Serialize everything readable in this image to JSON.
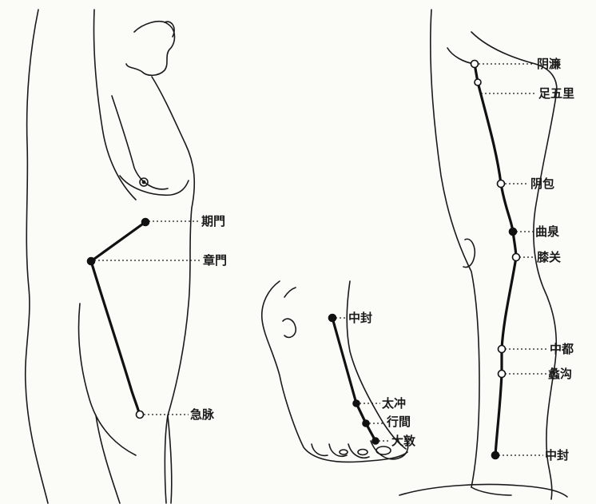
{
  "torso_points": {
    "qimen": "期門",
    "zhangmen": "章門",
    "jimai": "急脉"
  },
  "foot_points": {
    "zhongfeng": "中封",
    "taichong": "太冲",
    "xingjian": "行間",
    "dadun": "大敦"
  },
  "leg_points": {
    "yinlian": "阴濂",
    "zuwuli": "足五里",
    "yinbao": "阴包",
    "ququan": "曲泉",
    "xiguan": "膝关",
    "zhongdu": "中都",
    "ligou": "蠡沟",
    "zhongfeng": "中封"
  },
  "colors": {
    "ink": "#1a1a1a",
    "paper": "#fbfbf8"
  }
}
